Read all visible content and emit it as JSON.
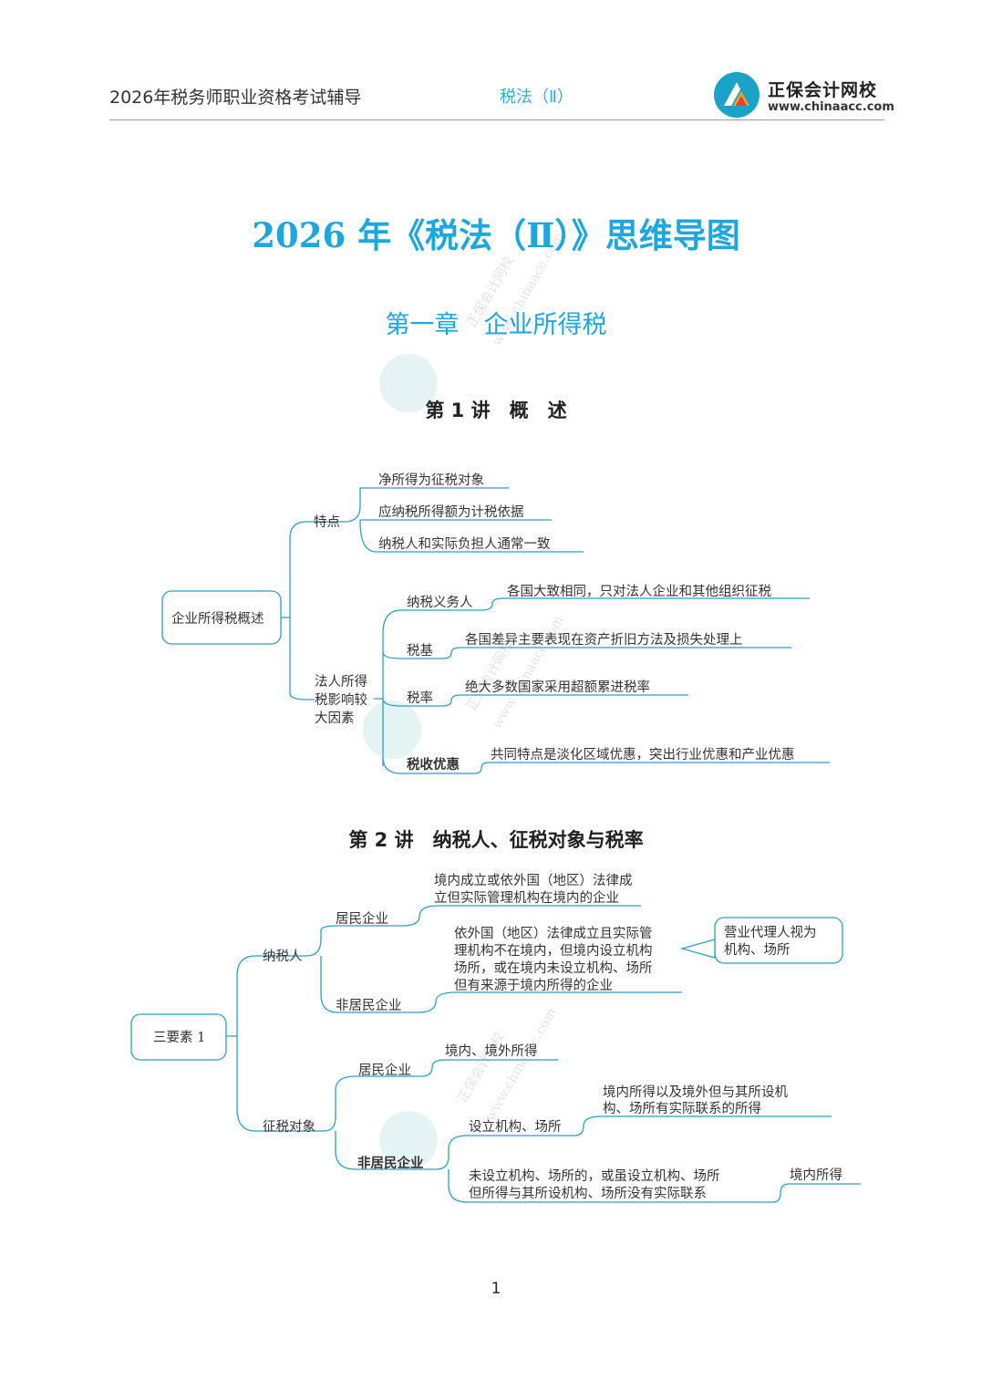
{
  "header": {
    "left_text": "2026年税务师职业资格考试辅导",
    "subject": "税法（Ⅱ）",
    "brand_name": "正保会计网校",
    "brand_url": "www.chinaacc.com",
    "logo_icon": "chinaacc-logo-icon",
    "accent_color": "#1ea7df"
  },
  "title": "2026 年《税法（Ⅱ）》思维导图",
  "chapter": "第一章　企业所得税",
  "lecture1": {
    "title": "第 1 讲　概　述",
    "root": "企业所得税概述",
    "b1": {
      "label": "特点",
      "items": [
        "净所得为征税对象",
        "应纳税所得额为计税依据",
        "纳税人和实际负担人通常一致"
      ]
    },
    "b2": {
      "label_lines": [
        "法人所得",
        "税影响较",
        "大因素"
      ],
      "items": [
        {
          "label": "纳税义务人",
          "detail": "各国大致相同，只对法人企业和其他组织征税"
        },
        {
          "label": "税基",
          "detail": "各国差异主要表现在资产折旧方法及损失处理上"
        },
        {
          "label": "税率",
          "detail": "绝大多数国家采用超额累进税率"
        },
        {
          "label": "税收优惠",
          "detail": "共同特点是淡化区域优惠，突出行业优惠和产业优惠"
        }
      ]
    }
  },
  "lecture2": {
    "title": "第 2 讲　纳税人、征税对象与税率",
    "root": "三要素 1",
    "taxpayer": {
      "label": "纳税人",
      "resident": {
        "label": "居民企业",
        "detail_lines": [
          "境内成立或依外国（地区）法律成",
          "立但实际管理机构在境内的企业"
        ]
      },
      "nonresident": {
        "label": "非居民企业",
        "detail_lines": [
          "依外国（地区）法律成立且实际管",
          "理机构不在境内，但境内设立机构",
          "场所，或在境内未设立机构、场所",
          "但有来源于境内所得的企业"
        ],
        "note_lines": [
          "营业代理人视为",
          "机构、场所"
        ]
      }
    },
    "object": {
      "label": "征税对象",
      "resident": {
        "label": "居民企业",
        "detail": "境内、境外所得"
      },
      "nonresident": {
        "label": "非居民企业",
        "established": {
          "label": "设立机构、场所",
          "detail_lines": [
            "境内所得以及境外但与其所设机",
            "构、场所有实际联系的所得"
          ]
        },
        "not_established": {
          "label_lines": [
            "未设立机构、场所的，或虽设立机构、场所",
            "但所得与其所设机构、场所没有实际联系"
          ],
          "detail": "境内所得"
        }
      }
    }
  },
  "watermark": {
    "text": "正保会计网校",
    "url": "www.chinaacc.com"
  },
  "page_number": "1"
}
